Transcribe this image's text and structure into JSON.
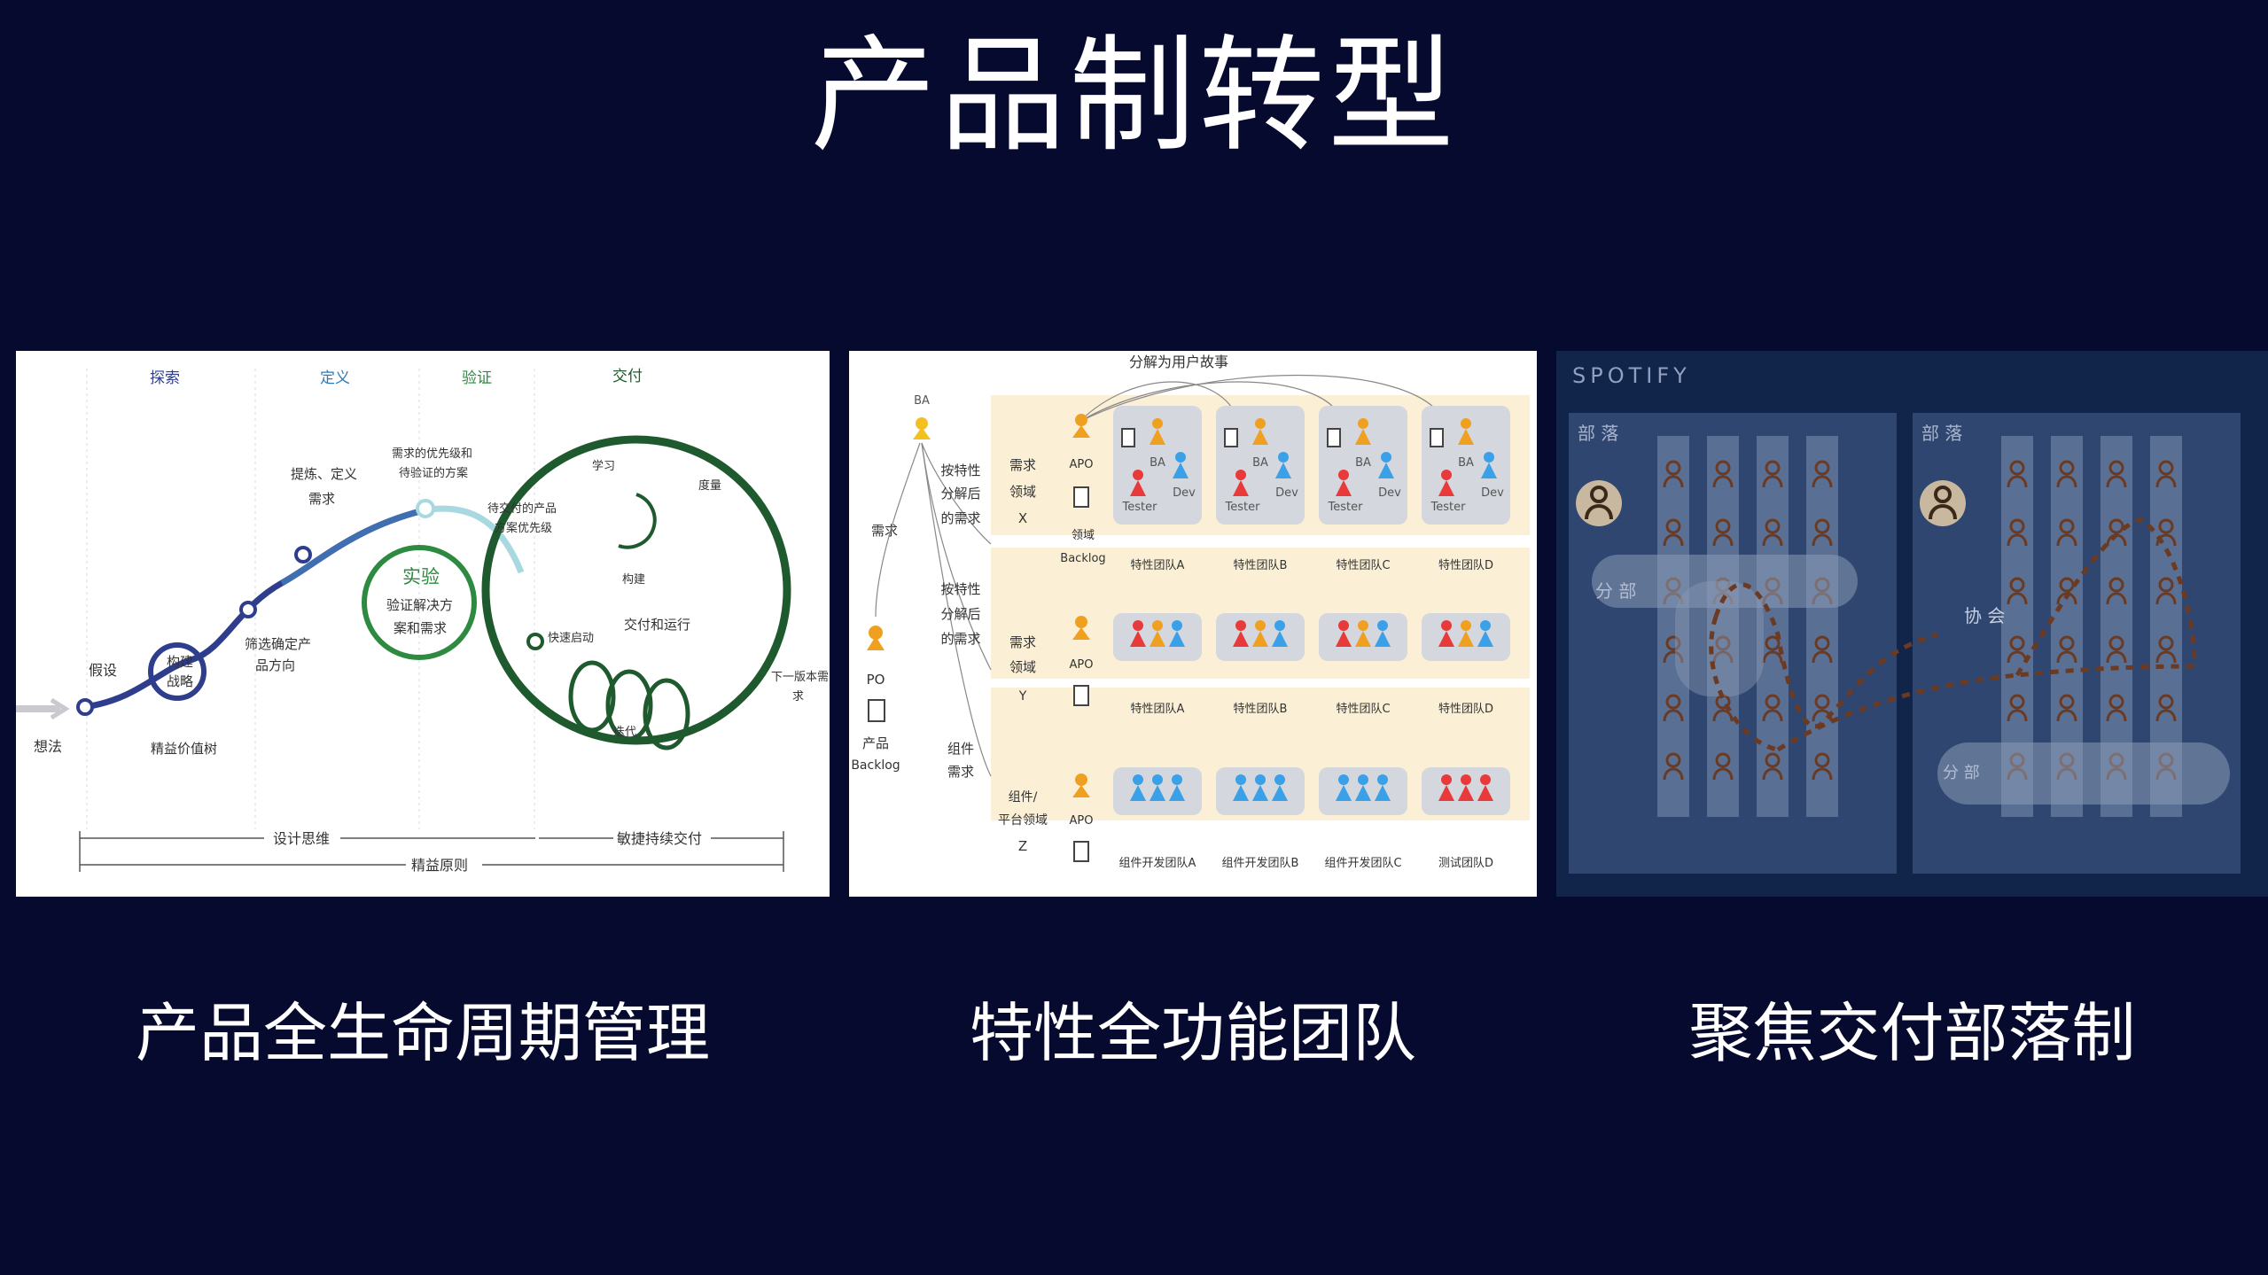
{
  "title": "产品制转型",
  "captions": [
    "产品全生命周期管理",
    "特性全功能团队",
    "聚焦交付部落制"
  ],
  "lifecycle": {
    "phases": [
      "探索",
      "定义",
      "验证",
      "交付"
    ],
    "labels": {
      "idea": "想法",
      "assume": "假设",
      "strategy1": "构建",
      "strategy2": "战略",
      "value_tree": "精益价值树",
      "filter1": "筛选确定产",
      "filter2": "品方向",
      "refine1": "提炼、定义",
      "refine2": "需求",
      "prio1": "需求的优先级和",
      "prio2": "待验证的方案",
      "exp_title": "实验",
      "exp1": "验证解决方",
      "exp2": "案和需求",
      "pending1": "待交付的产品",
      "pending2": "方案优先级",
      "quick": "快速启动",
      "learn": "学习",
      "measure": "度量",
      "build": "构建",
      "deliver": "交付和运行",
      "iterate": "迭代",
      "next1": "下一版本需",
      "next2": "求",
      "design_thinking": "设计思维",
      "agile_delivery": "敏捷持续交付",
      "lean": "精益原则"
    }
  },
  "teams": {
    "top": "分解为用户故事",
    "ba": "BA",
    "req": "需求",
    "po": "PO",
    "backlog_product": [
      "产品",
      "Backlog"
    ],
    "row_splits": [
      [
        "按特性",
        "分解后",
        "的需求"
      ],
      [
        "按特性",
        "分解后",
        "的需求"
      ],
      [
        "组件",
        "需求"
      ]
    ],
    "domains": [
      [
        "需求",
        "领域",
        "X"
      ],
      [
        "需求",
        "领域",
        "Y"
      ],
      [
        "组件/",
        "平台领域",
        "Z"
      ]
    ],
    "apo": "APO",
    "domain_backlog": [
      "领域",
      "Backlog"
    ],
    "roles": [
      "BA",
      "Dev",
      "Tester"
    ],
    "row_teams": [
      [
        "特性团队A",
        "特性团队B",
        "特性团队C",
        "特性团队D"
      ],
      [
        "特性团队A",
        "特性团队B",
        "特性团队C",
        "特性团队D"
      ],
      [
        "组件开发团队A",
        "组件开发团队B",
        "组件开发团队C",
        "测试团队D"
      ]
    ]
  },
  "spotify": {
    "brand": "SPOTIFY",
    "tribe": "部 落",
    "chapter": "分 部",
    "guild": "协 会",
    "chapter2": "分 部"
  },
  "colors": {
    "background": "#050a2e",
    "blue_dark": "#2f3e8c",
    "green_dark": "#1e5a2e",
    "orange": "#f0a020",
    "red": "#e83a3a",
    "blue": "#3aa0e8"
  }
}
